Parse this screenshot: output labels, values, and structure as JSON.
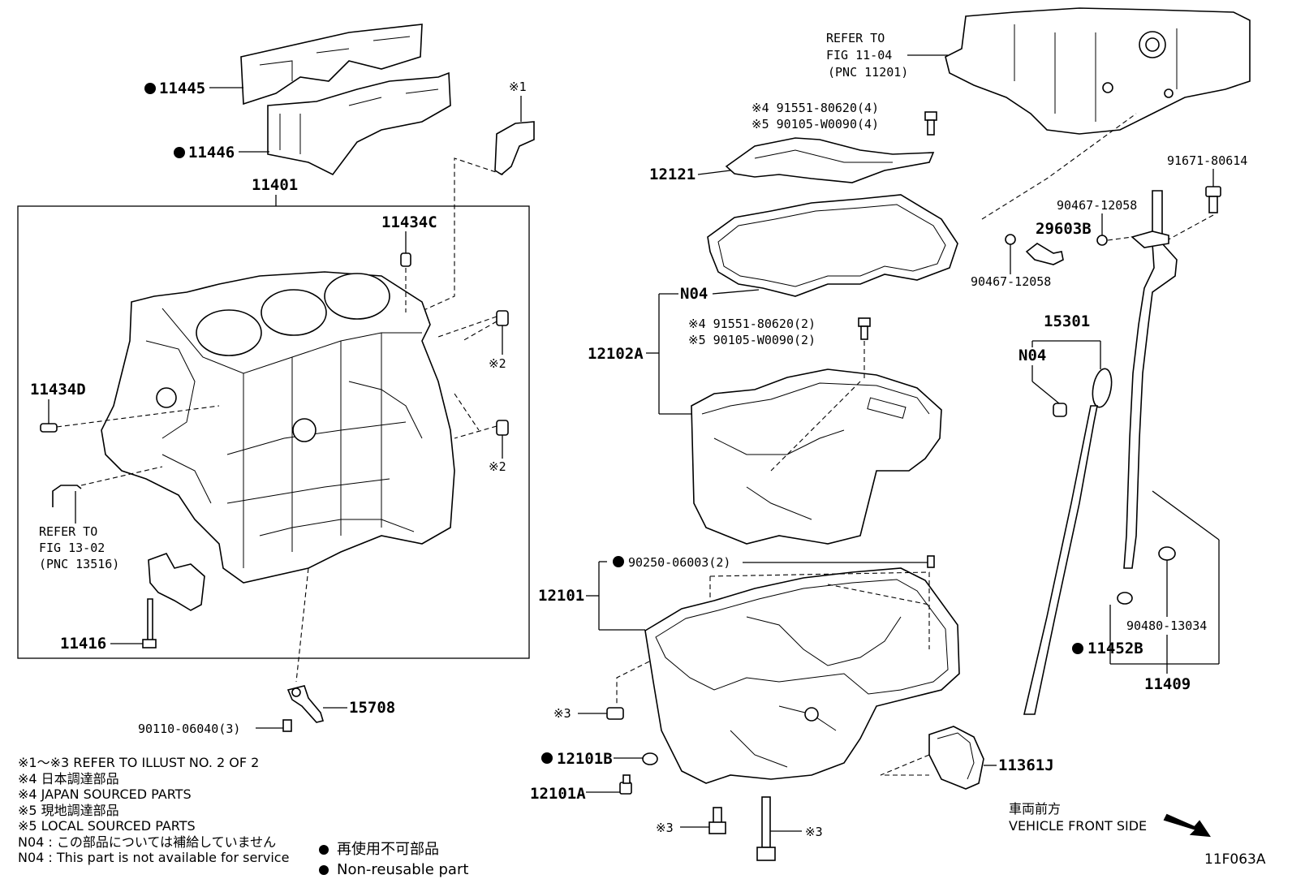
{
  "labels": {
    "p11445": "11445",
    "p11446": "11446",
    "p11401": "11401",
    "p11434c": "11434C",
    "p11434d": "11434D",
    "p11416": "11416",
    "p15708": "15708",
    "p90110": "90110-06040(3)",
    "ref1302_a": "REFER TO",
    "ref1302_b": "FIG 13-02",
    "ref1302_c": "(PNC 13516)",
    "ref1104_a": "REFER TO",
    "ref1104_b": "FIG 11-04",
    "ref1104_c": "(PNC 11201)",
    "m1": "※1",
    "m2a": "※2",
    "m2b": "※2",
    "p12121": "12121",
    "bolt4a": "※4  91551-80620(4)",
    "bolt5a": "※5  90105-W0090(4)",
    "n04a": "N04",
    "p12102a": "12102A",
    "bolt4b": "※4  91551-80620(2)",
    "bolt5b": "※5  90105-W0090(2)",
    "p90250": "90250-06003(2)",
    "p12101": "12101",
    "m3a": "※3",
    "m3b": "※3",
    "m3c": "※3",
    "p12101b": "12101B",
    "p12101a": "12101A",
    "p11361j": "11361J",
    "p91671": "91671-80614",
    "p90467a": "90467-12058",
    "p29603b": "29603B",
    "p90467b": "90467-12058",
    "p15301": "15301",
    "n04b": "N04",
    "p90480": "90480-13034",
    "p11452b": "11452B",
    "p11409": "11409"
  },
  "notes": [
    "※1～※3  REFER TO ILLUST NO. 2 OF 2",
    "※4  日本調達部品",
    "※4  JAPAN SOURCED PARTS",
    "※5  現地調達部品",
    "※5  LOCAL SOURCED PARTS",
    "N04 : この部品については補給していません",
    "N04 : This part is not available for service"
  ],
  "legend": {
    "line1": "再使用不可部品",
    "line2": "Non-reusable part"
  },
  "front": {
    "jp": "車両前方",
    "en": "VEHICLE FRONT SIDE"
  },
  "figure_id": "11F063A"
}
